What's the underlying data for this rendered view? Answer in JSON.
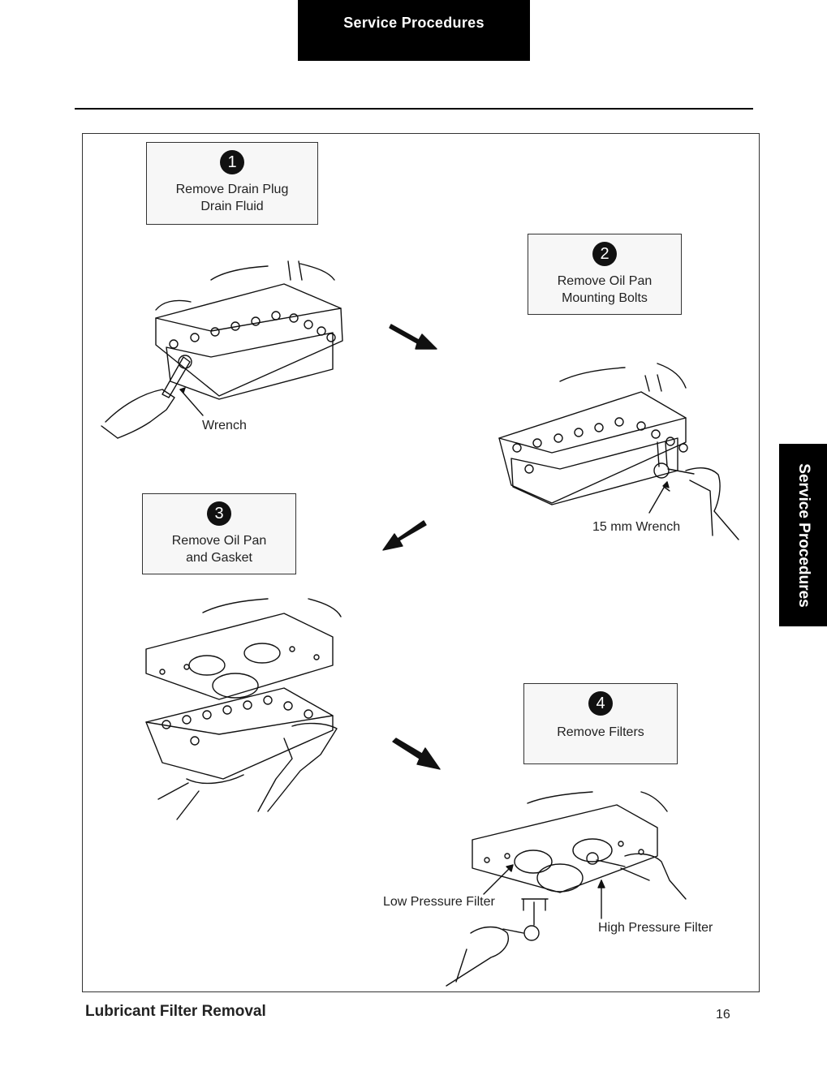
{
  "header": {
    "tab_label": "Service Procedures"
  },
  "side_tab": {
    "label": "Service Procedures"
  },
  "steps": [
    {
      "number": "1",
      "lines": [
        "Remove Drain Plug",
        "Drain Fluid"
      ]
    },
    {
      "number": "2",
      "lines": [
        "Remove Oil Pan",
        "Mounting Bolts"
      ]
    },
    {
      "number": "3",
      "lines": [
        "Remove Oil Pan",
        "and Gasket"
      ]
    },
    {
      "number": "4",
      "lines": [
        "Remove Filters"
      ]
    }
  ],
  "callouts": {
    "wrench": "Wrench",
    "wrench_15mm": "15 mm Wrench",
    "low_pressure_filter": "Low Pressure Filter",
    "high_pressure_filter": "High Pressure Filter"
  },
  "footer": {
    "title": "Lubricant Filter Removal",
    "page_number": "16"
  }
}
